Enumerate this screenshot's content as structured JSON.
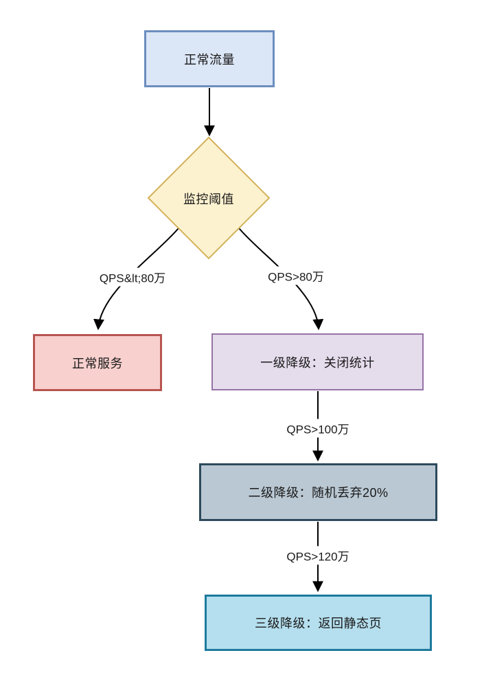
{
  "theme": {
    "background": "#ffffff",
    "text_color": "#1a1a1a",
    "edge_color": "#000000",
    "arrowhead_color": "#000000",
    "edge_label_bg": "#ffffff"
  },
  "nodes": {
    "start": {
      "label": "正常流量",
      "fill": "#dbe6f6",
      "stroke": "#6c8ebf"
    },
    "decision": {
      "label": "监控阈值",
      "fill": "#fdf2d0",
      "stroke": "#d3b159"
    },
    "normal": {
      "label": "正常服务",
      "fill": "#f8d0ce",
      "stroke": "#b85450"
    },
    "level1": {
      "label": "一级降级：关闭统计",
      "fill": "#e5dcec",
      "stroke": "#9673a6"
    },
    "level2": {
      "label": "二级降级：随机丢弃20%",
      "fill": "#bac8d3",
      "stroke": "#2d4a5c"
    },
    "level3": {
      "label": "三级降级：返回静态页",
      "fill": "#b5dfee",
      "stroke": "#1d7a9c"
    }
  },
  "edges": {
    "decision_to_normal": {
      "label": "QPS&lt;80万"
    },
    "decision_to_level1": {
      "label": "QPS>80万"
    },
    "level1_to_level2": {
      "label": "QPS>100万"
    },
    "level2_to_level3": {
      "label": "QPS>120万"
    }
  }
}
